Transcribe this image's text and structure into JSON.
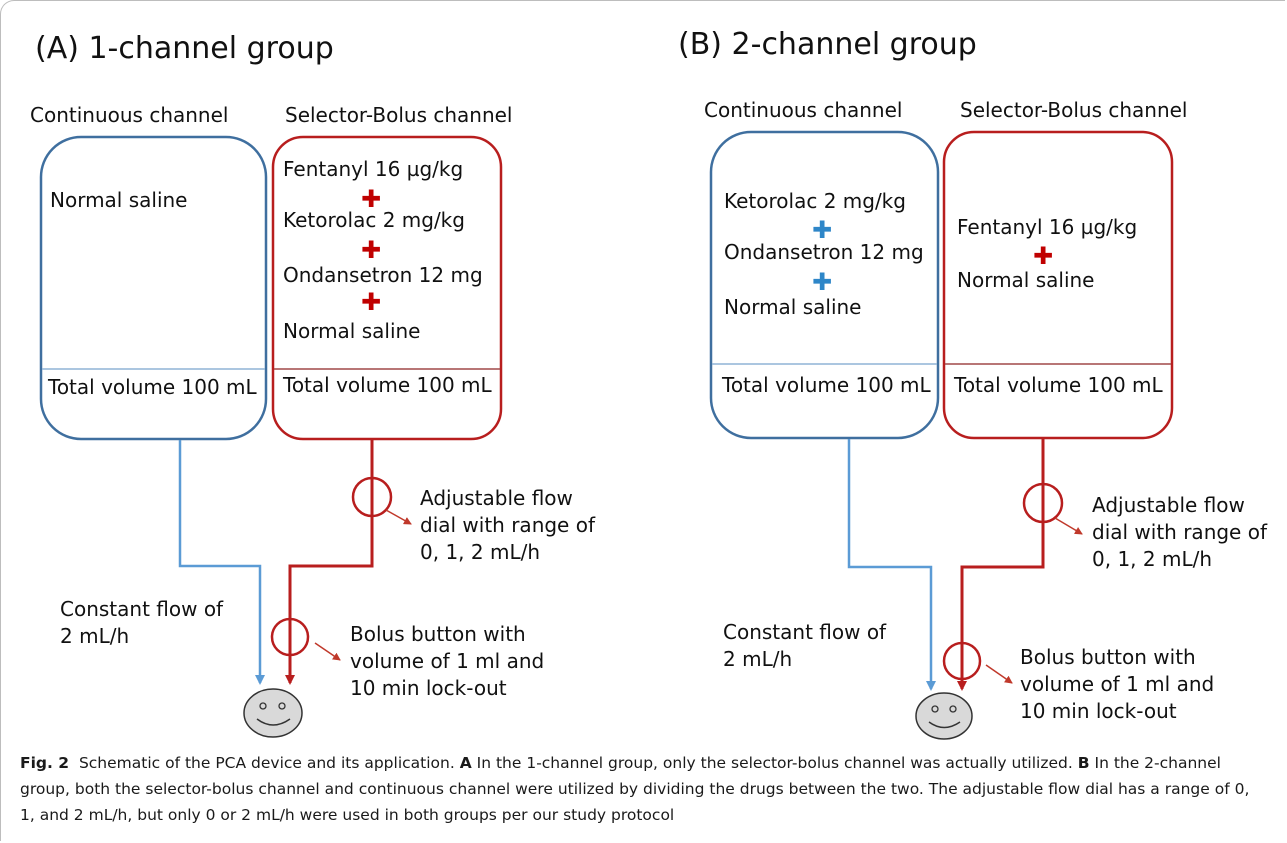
{
  "panels": {
    "a": {
      "title": "(A) 1-channel group",
      "continuous": {
        "header": "Continuous channel",
        "items": [
          "Normal saline"
        ],
        "total": "Total volume 100 mL",
        "flow_note": [
          "Constant flow of",
          "2 mL/h"
        ]
      },
      "selector": {
        "header": "Selector-Bolus channel",
        "items": [
          "Fentanyl 16 µg/kg",
          "Ketorolac 2 mg/kg",
          "Ondansetron 12 mg",
          "Normal saline"
        ],
        "total": "Total volume 100 mL"
      },
      "dial_note": [
        "Adjustable flow",
        "dial with range of",
        "0, 1, 2 mL/h"
      ],
      "bolus_note": [
        "Bolus button with",
        "volume of 1 ml and",
        "10 min lock-out"
      ]
    },
    "b": {
      "title": "(B) 2-channel group",
      "continuous": {
        "header": "Continuous channel",
        "items": [
          "Ketorolac 2 mg/kg",
          "Ondansetron 12 mg",
          "Normal saline"
        ],
        "total": "Total volume 100 mL",
        "flow_note": [
          "Constant flow of",
          "2 mL/h"
        ]
      },
      "selector": {
        "header": "Selector-Bolus channel",
        "items": [
          "Fentanyl 16 µg/kg",
          "Normal saline"
        ],
        "total": "Total volume 100 mL"
      },
      "dial_note": [
        "Adjustable flow",
        "dial with range of",
        "0, 1, 2 mL/h"
      ],
      "bolus_note": [
        "Bolus button with",
        "volume of 1 ml and",
        "10 min lock-out"
      ]
    }
  },
  "caption": {
    "fig_label": "Fig. 2",
    "intro": "Schematic of the PCA device and its application.",
    "part_a_label": "A",
    "part_a_text": "In the 1-channel group, only the selector-bolus channel was actually utilized.",
    "part_b_label": "B",
    "part_b_text": "In the 2-channel group, both the selector-bolus channel and continuous channel were utilized by dividing the drugs between the two. The adjustable flow dial has a range of 0, 1, and 2 mL/h, but only 0 or 2 mL/h were used in both groups per our study protocol"
  },
  "colors": {
    "continuous_blue": "#3f6f9f",
    "continuous_line": "#5b9bd5",
    "selector_red": "#b81e1e",
    "plus_red": "#c00000",
    "plus_blue": "#2e86c8",
    "face_fill": "#d9d9d9"
  }
}
